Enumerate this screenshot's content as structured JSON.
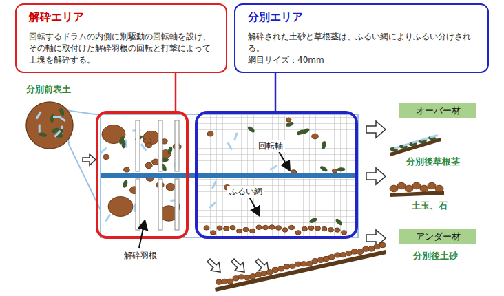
{
  "diagram": {
    "nodes": [
      {
        "text": [
          "解砕エリア",
          "回転するドラムの内側に別駆動の回転軸を設け、その軸に取付けた解砕羽根の回転と打撃によって土塊を解砕する。"
        ]
      },
      {
        "text": [
          "分別エリア",
          "解砕された土砂と草根茎は、ふるい網によりふるい分けされる。",
          "網目サイズ：40mm"
        ]
      },
      {
        "text": [
          "オーバー材"
        ]
      },
      {
        "text": [
          "アンダー材"
        ]
      }
    ],
    "labels": [
      "分別前表土",
      "回転軸",
      "ふるい網",
      "解砕羽根",
      "分別後草根茎",
      "土玉、石",
      "分別後土砂"
    ]
  }
}
